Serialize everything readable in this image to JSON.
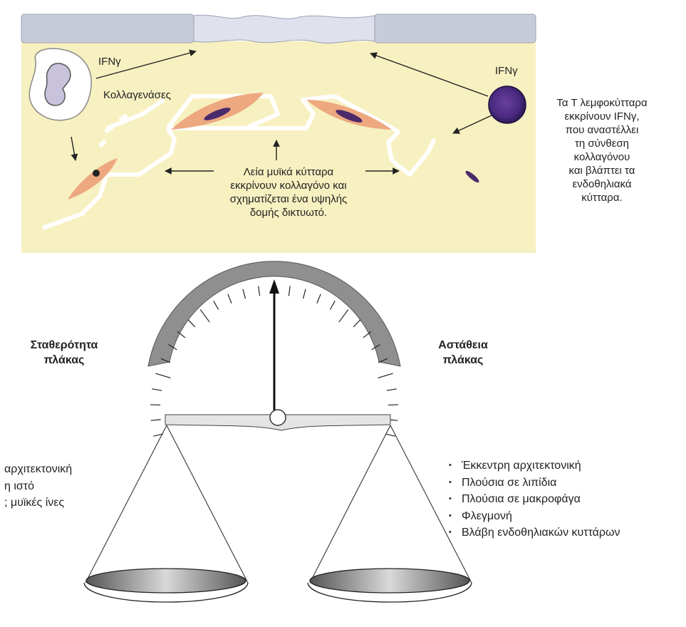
{
  "top_panel": {
    "ifn_left": "IFNγ",
    "collagenases": "Κολλαγενάσες",
    "ifn_right": "IFNγ",
    "smc_text": [
      "Λεία μυϊκά κύτταρα",
      "εκκρίνουν κολλαγόνο και",
      "σχηματίζεται ένα υψηλής",
      "δομής δικτυωτό."
    ],
    "tcell_text": [
      "Τα Τ λεμφοκύτταρα",
      "εκκρίνουν IFNγ,",
      "που αναστέλλει",
      "τη σύνθεση",
      "κολλαγόνου",
      "και βλάπτει τα",
      "ενδοθηλιακά",
      "κύτταρα."
    ]
  },
  "balance": {
    "left_label": [
      "Σταθερότητα",
      "πλάκας"
    ],
    "right_label": [
      "Αστάθεια",
      "πλάκας"
    ],
    "left_items": [
      "αρχιτεκτονική",
      "η ιστό",
      "; μυϊκές ίνες"
    ],
    "right_items": [
      "Έκκεντρη αρχιτεκτονική",
      "Πλούσια σε λιπίδια",
      "Πλούσια σε μακροφάγα",
      "Φλεγμονή",
      "Βλάβη ενδοθηλιακών κυττάρων"
    ]
  },
  "colors": {
    "plaque_bg": "#f7f0c0",
    "endothelium": "#c8ccd8",
    "smc_fill": "#eda880",
    "nucleus": "#4a2a6a",
    "tcell": "#5a3a8a",
    "gauge": "#8f8f8f"
  }
}
